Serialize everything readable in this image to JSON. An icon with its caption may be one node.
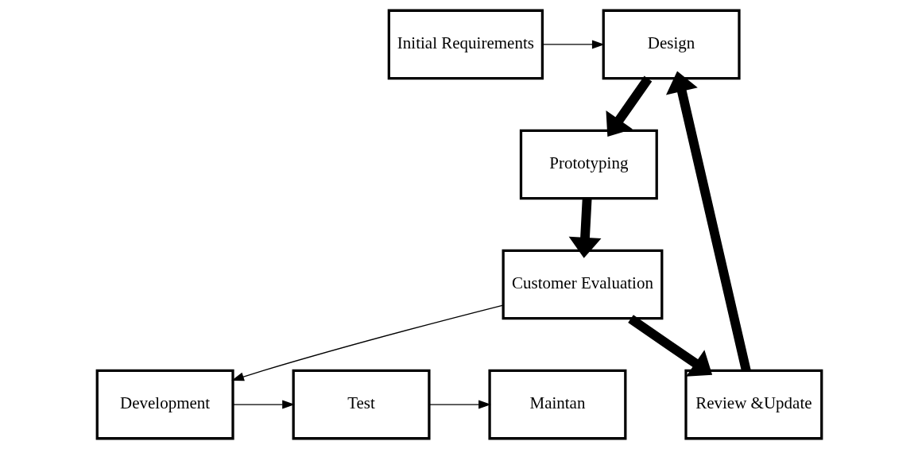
{
  "diagram": {
    "nodes": [
      {
        "text": [
          "Initial Requirements"
        ]
      },
      {
        "text": [
          "Design"
        ]
      },
      {
        "text": [
          "Prototyping"
        ]
      },
      {
        "text": [
          "Customer Evaluation"
        ]
      },
      {
        "text": [
          "Review &Update"
        ]
      },
      {
        "text": [
          "Development"
        ]
      },
      {
        "text": [
          "Test"
        ]
      },
      {
        "text": [
          "Maintan"
        ]
      }
    ],
    "edges": [
      {
        "from": 0,
        "to": 1,
        "arrow": "to"
      },
      {
        "from": 1,
        "to": 2,
        "arrow": "to",
        "style": "thick"
      },
      {
        "from": 2,
        "to": 3,
        "arrow": "to",
        "style": "thick"
      },
      {
        "from": 3,
        "to": 4,
        "arrow": "to",
        "style": "thick"
      },
      {
        "from": 4,
        "to": 1,
        "arrow": "to",
        "style": "thick"
      },
      {
        "from": 3,
        "to": 5,
        "arrow": "to"
      },
      {
        "from": 5,
        "to": 6,
        "arrow": "to"
      },
      {
        "from": 6,
        "to": 7,
        "arrow": "to"
      }
    ]
  }
}
